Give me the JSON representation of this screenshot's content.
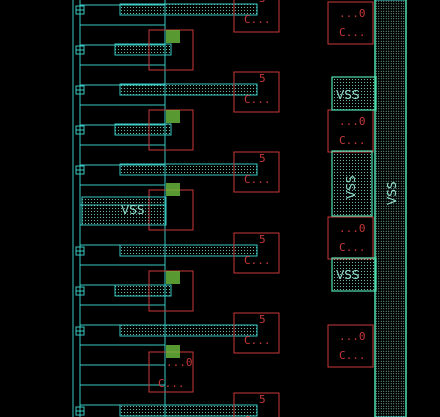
{
  "viewer": {
    "background": "#000000",
    "colors": {
      "metal_outline": "#39c9c2",
      "metal_fill_dots": "#2d8f7a",
      "cell_box": "#c8383a",
      "via_fill": "#6fbf3f",
      "power_strap": "#4fe0b0"
    }
  },
  "labels": {
    "pin_5": "5",
    "pin_c": "C...",
    "pin_o": "...0",
    "net_vss": "VSS"
  }
}
